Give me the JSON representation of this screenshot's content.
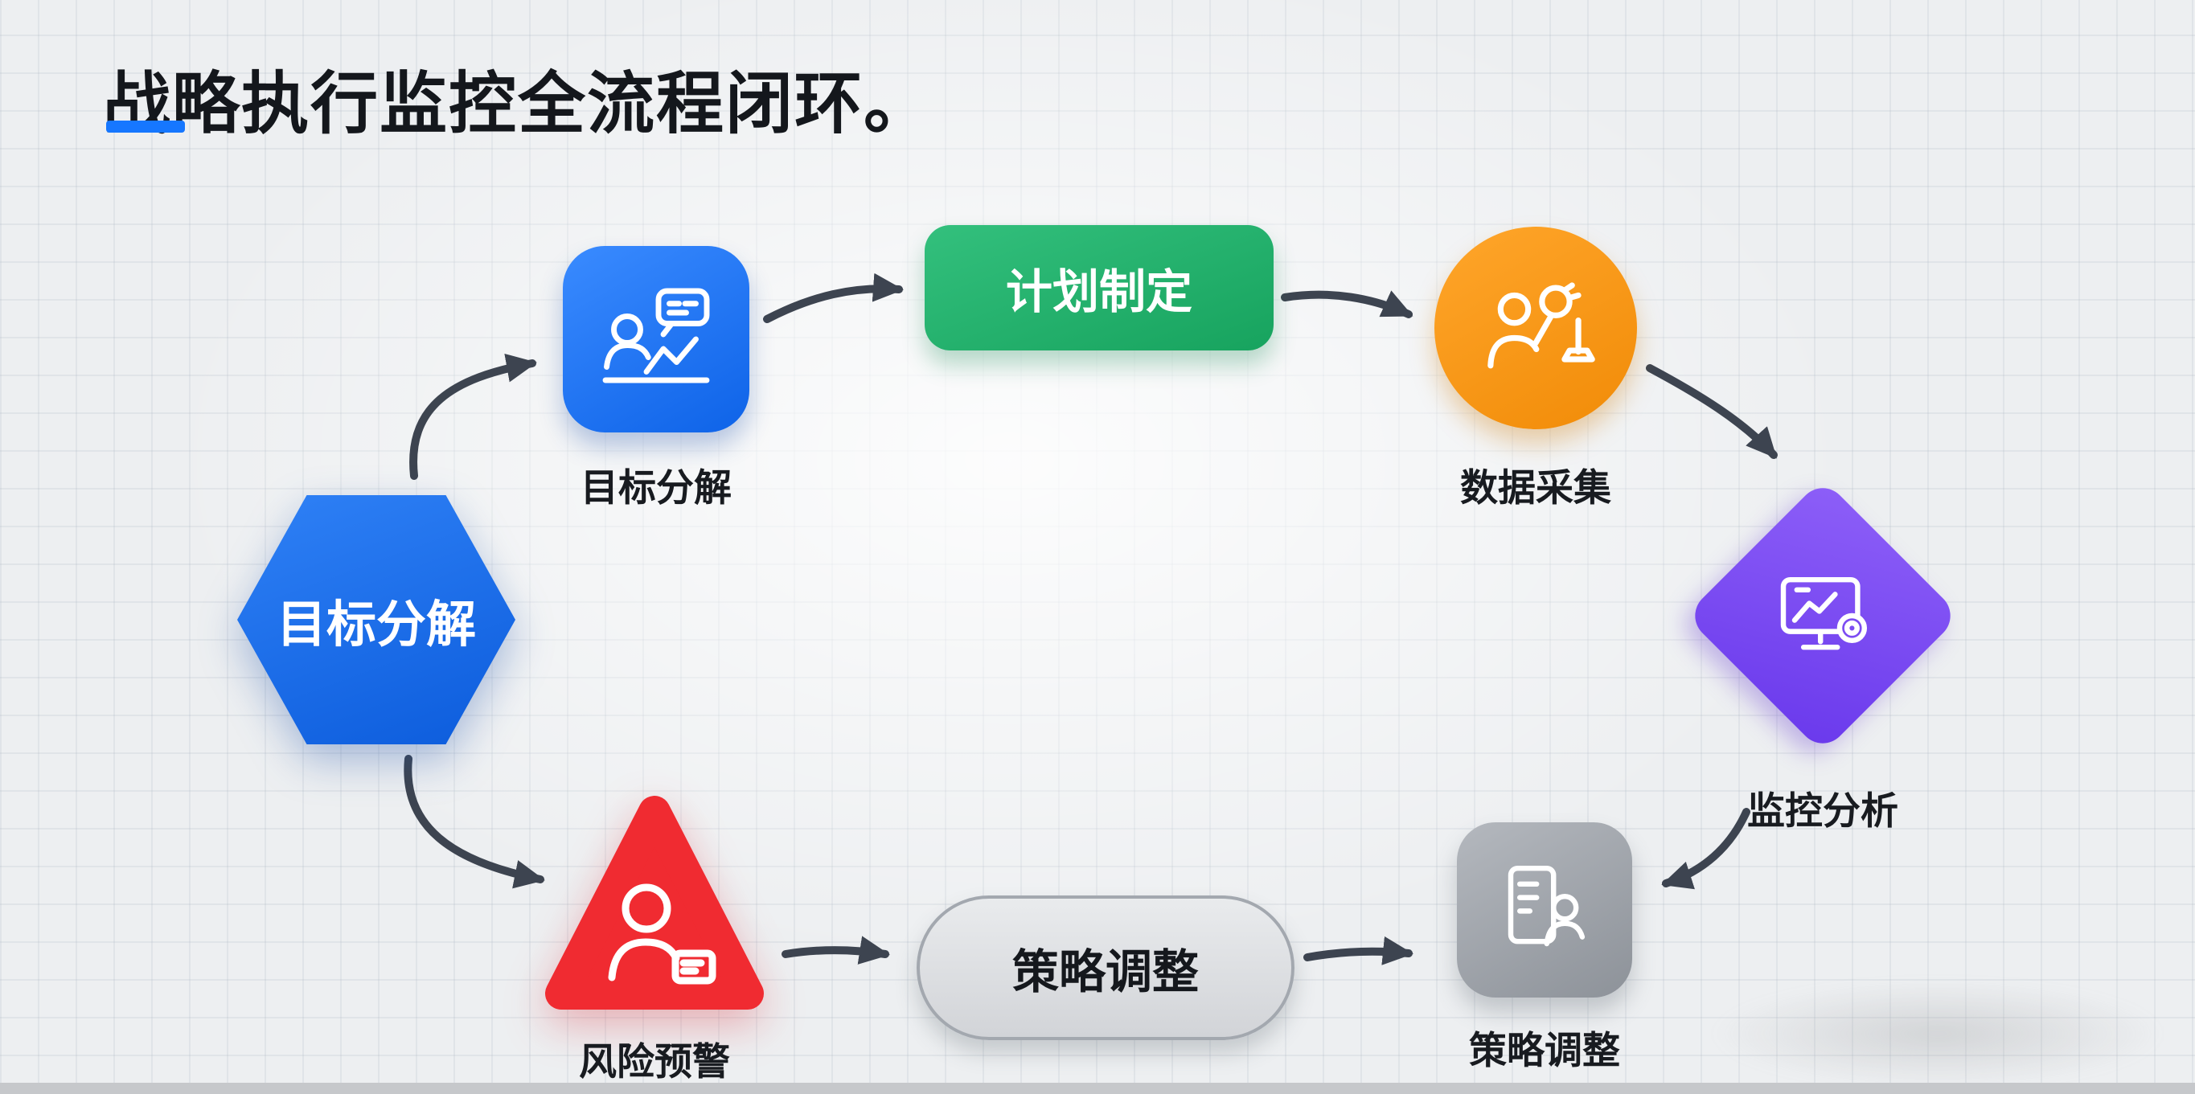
{
  "header": {
    "title": "战略执行监控全流程闭环。"
  },
  "nodes": {
    "goal_hex": {
      "label": "目标分解",
      "shape": "hexagon",
      "color": "#1668e0"
    },
    "goal_icon": {
      "label": "目标分解",
      "shape": "rounded-square",
      "color": "#1677ff",
      "icon": "person-chat-chart-icon"
    },
    "plan": {
      "label": "计划制定",
      "shape": "rounded-rect",
      "color": "#22b06d"
    },
    "data_collect": {
      "label": "数据采集",
      "shape": "circle",
      "color": "#f8981d",
      "icon": "person-magnifier-icon"
    },
    "monitor": {
      "label": "监控分析",
      "shape": "diamond",
      "color": "#7c4cf2",
      "icon": "monitor-analytics-icon"
    },
    "adjust_icon": {
      "label": "策略调整",
      "shape": "rounded-square",
      "color": "#9aa0a8",
      "icon": "document-person-icon"
    },
    "adjust_pill": {
      "label": "策略调整",
      "shape": "stadium",
      "color": "#dfe1e4"
    },
    "risk": {
      "label": "风险预警",
      "shape": "triangle",
      "color": "#f02b31",
      "icon": "person-badge-icon"
    }
  },
  "style": {
    "accent": "#1677ff",
    "arrow_color": "#3d4450",
    "background": "#edeff1"
  }
}
